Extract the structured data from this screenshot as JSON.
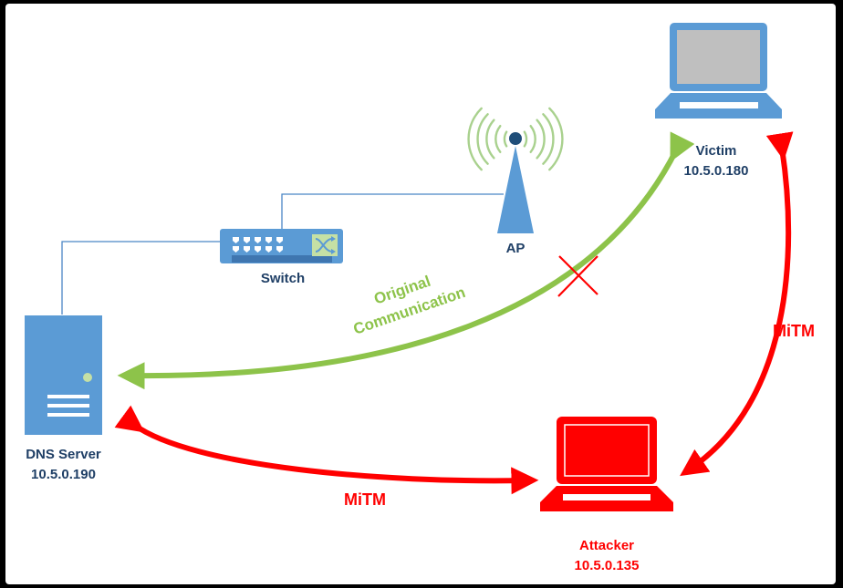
{
  "nodes": {
    "dns_server": {
      "name": "DNS Server",
      "ip": "10.5.0.190",
      "icon": "server-icon"
    },
    "switch": {
      "name": "Switch",
      "icon": "switch-icon"
    },
    "ap": {
      "name": "AP",
      "icon": "wireless-antenna-icon"
    },
    "victim": {
      "name": "Victim",
      "ip": "10.5.0.180",
      "icon": "laptop-icon"
    },
    "attacker": {
      "name": "Attacker",
      "ip": "10.5.0.135",
      "icon": "laptop-icon"
    }
  },
  "edges": {
    "original": {
      "label_line1": "Original",
      "label_line2": "Communication",
      "status": "blocked"
    },
    "mitm_server_attacker": {
      "label": "MiTM"
    },
    "mitm_victim_attacker": {
      "label": "MiTM"
    }
  },
  "colors": {
    "device_blue": "#5b9bd5",
    "text_blue": "#1f3f66",
    "attack_red": "#ff0000",
    "original_green": "#8dc34a",
    "wire_blue": "#4a86c5"
  }
}
